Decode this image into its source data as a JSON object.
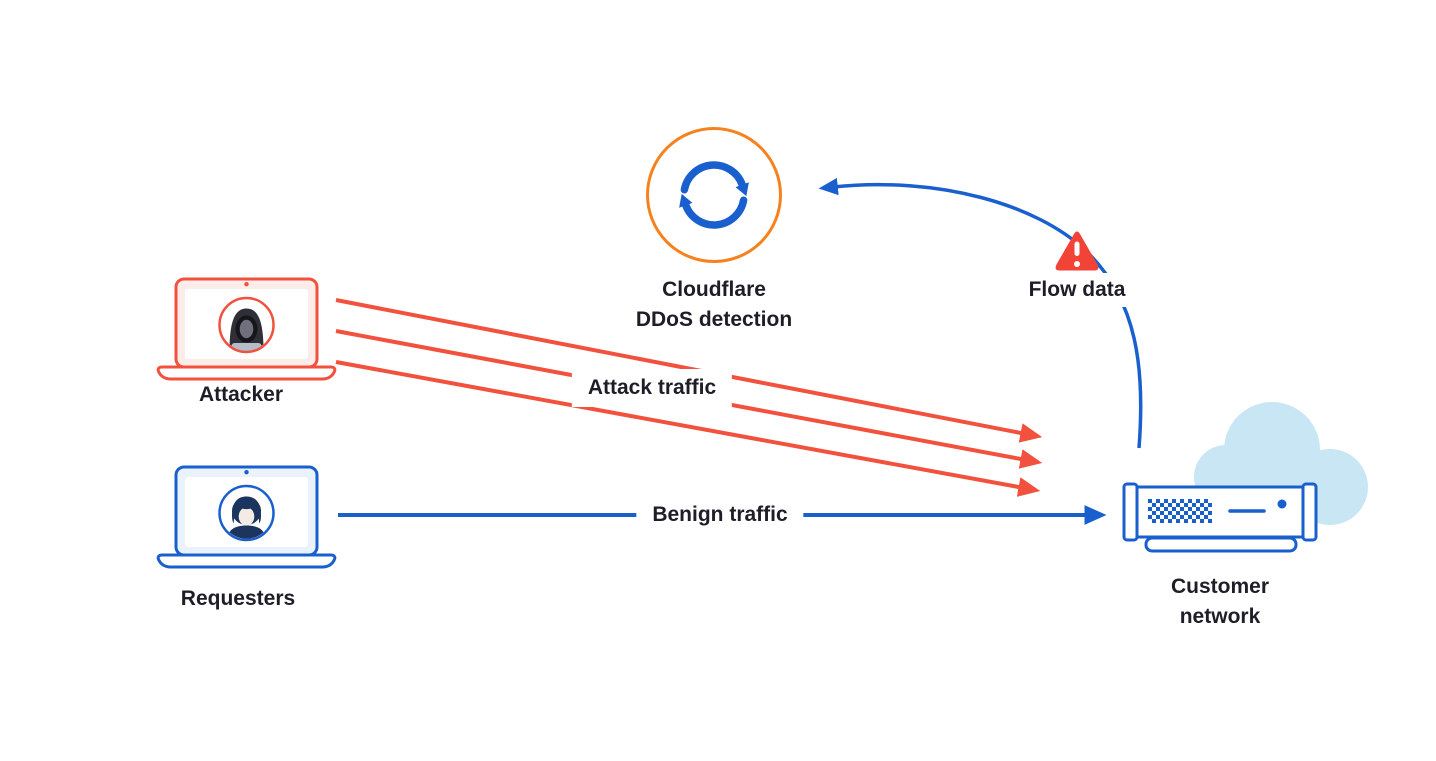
{
  "nodes": {
    "cloudflare": {
      "label": "Cloudflare\nDDoS detection",
      "icon": "sync-icon",
      "shape": "circle",
      "border_color": "#F6821F"
    },
    "attacker": {
      "label": "Attacker",
      "icon": "laptop-attacker-icon",
      "color": "#F1513D"
    },
    "requesters": {
      "label": "Requesters",
      "icon": "laptop-user-icon",
      "color": "#1A5FCE"
    },
    "flow_data": {
      "label": "Flow data",
      "icon": "alert-triangle-icon",
      "color": "#F14336"
    },
    "customer_network": {
      "label": "Customer\nnetwork",
      "icon": "server-cloud-icon",
      "color": "#1A5FCE"
    }
  },
  "edges": {
    "attack_traffic": {
      "label": "Attack traffic",
      "color": "#F1513D",
      "line_count": 3,
      "from": "Attacker",
      "to": "Customer network"
    },
    "benign_traffic": {
      "label": "Benign traffic",
      "color": "#1A5FCE",
      "from": "Requesters",
      "to": "Customer network"
    },
    "flow_data_feedback": {
      "color": "#1A5FCE",
      "from": "Customer network",
      "to": "Cloudflare DDoS detection",
      "via": "Flow data"
    }
  },
  "colors": {
    "red": "#F1513D",
    "alert_red": "#F14336",
    "blue": "#1A5FCE",
    "navy": "#1C355F",
    "orange": "#F6821F",
    "cloud_blue": "#C8E6F4",
    "bezel_red": "#FDEDEA",
    "bezel_blue": "#EAF3FC",
    "text": "#1D1E27"
  }
}
